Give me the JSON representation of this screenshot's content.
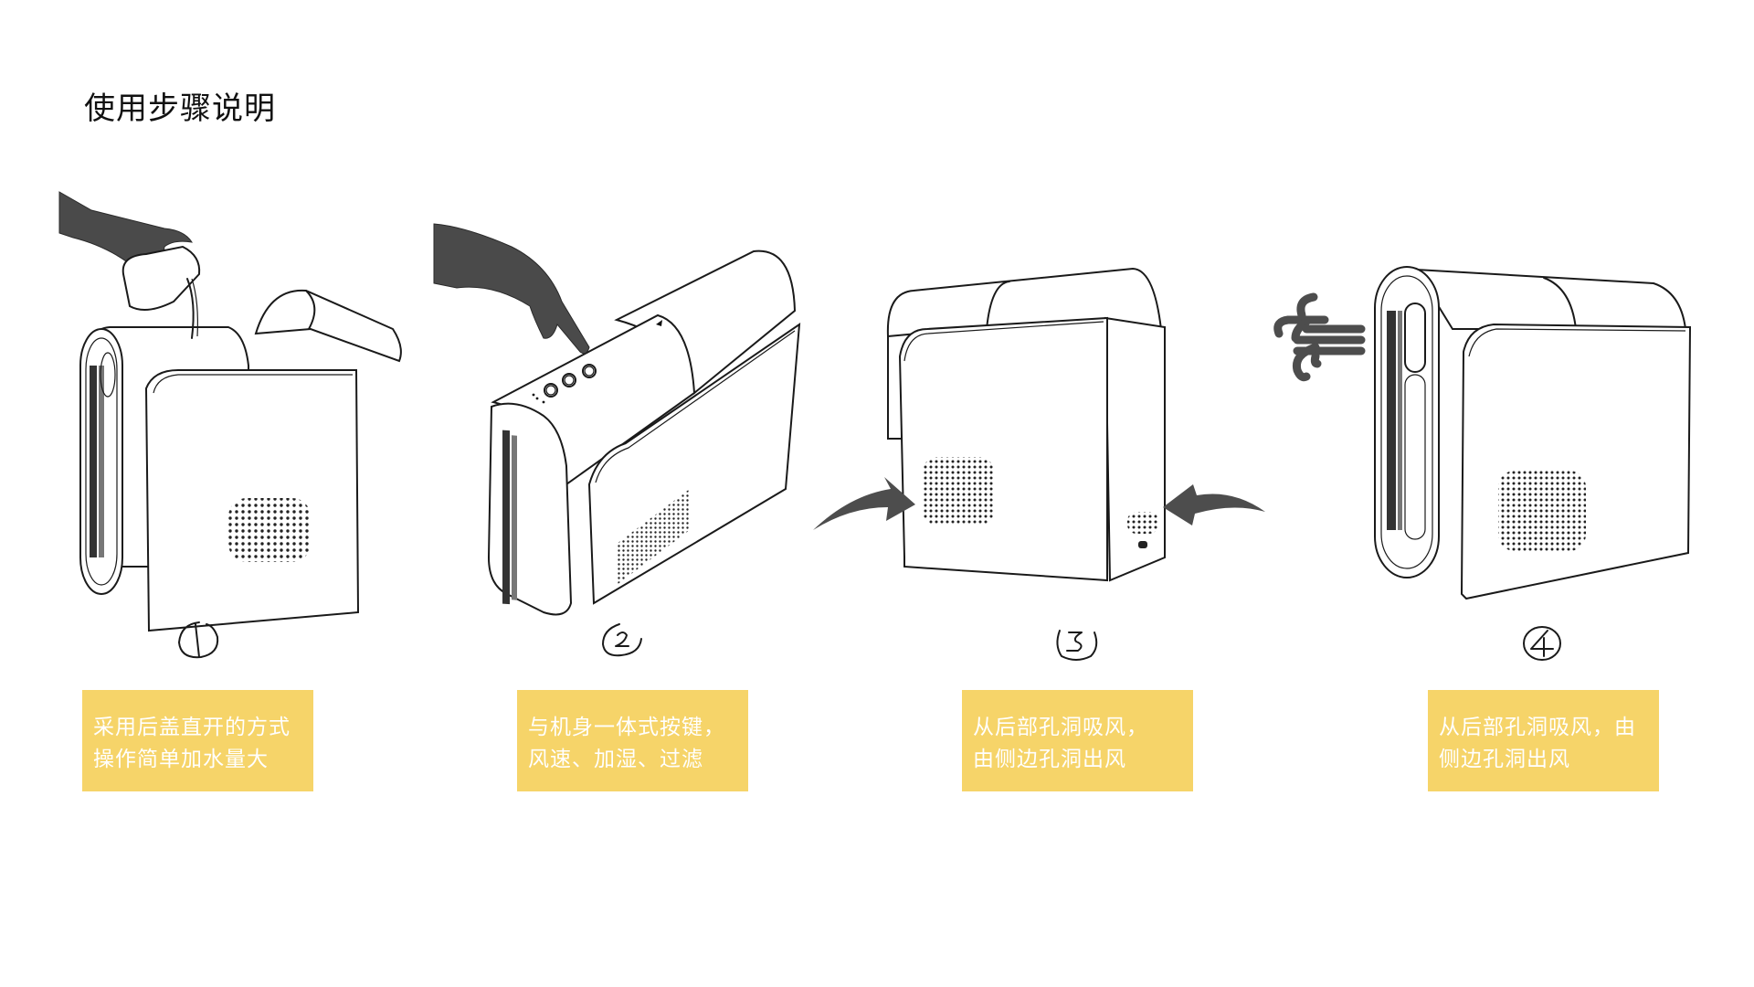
{
  "page": {
    "title": "使用步骤说明",
    "colors": {
      "caption_background": "#F6D469",
      "caption_text": "#FFFFFF",
      "line_art": "#1A1A1A",
      "hand_silhouette": "#4A4A4A",
      "arrow": "#4D4D4D"
    }
  },
  "steps": [
    {
      "number": "1",
      "illustration": "pouring-water-into-open-rear-lid",
      "caption_lines": [
        "采用后盖直开的方式",
        "操作简单加水量大"
      ]
    },
    {
      "number": "2",
      "illustration": "finger-pressing-top-buttons",
      "caption_lines": [
        "与机身一体式按键，",
        "风速、加湿、过滤"
      ]
    },
    {
      "number": "3",
      "illustration": "rear-view-air-intake-arrows",
      "caption_lines": [
        "从后部孔洞吸风，",
        "由侧边孔洞出风"
      ]
    },
    {
      "number": "4",
      "illustration": "front-view-wind-outlet",
      "caption_lines": [
        "从后部孔洞吸风，由",
        "侧边孔洞出风"
      ]
    }
  ],
  "icons": {
    "wind": "wind-icon",
    "arrow_left": "curved-arrow-right-icon",
    "arrow_right": "curved-arrow-left-icon"
  }
}
